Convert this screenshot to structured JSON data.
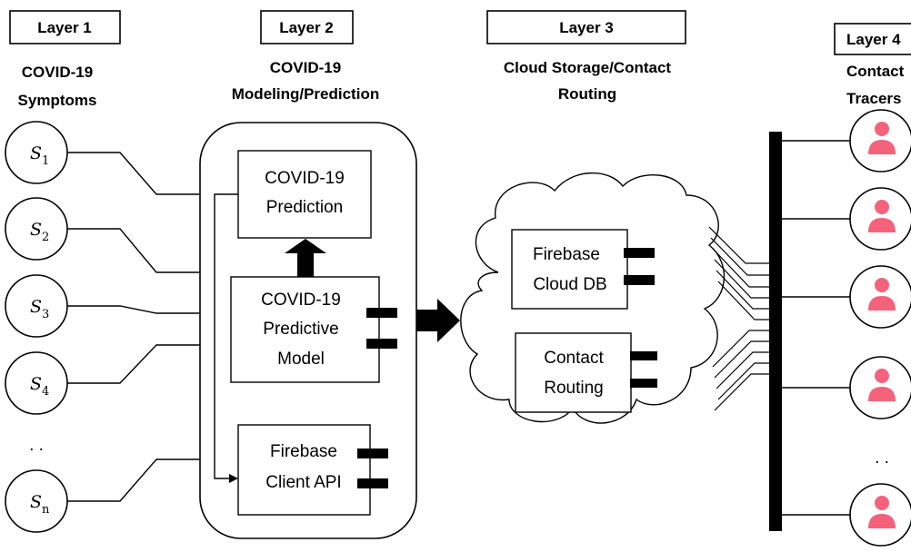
{
  "layer1": {
    "header": "Layer 1",
    "title_lines": [
      "COVID-19",
      "Symptoms"
    ],
    "symptoms": [
      {
        "var": "S",
        "sub": "1"
      },
      {
        "var": "S",
        "sub": "2"
      },
      {
        "var": "S",
        "sub": "3"
      },
      {
        "var": "S",
        "sub": "4"
      },
      {
        "var": "S",
        "sub": "n"
      }
    ],
    "ellipsis": ". ."
  },
  "layer2": {
    "header": "Layer 2",
    "title_lines": [
      "COVID-19",
      "Modeling/Prediction"
    ],
    "prediction_box": [
      "COVID-19",
      "Prediction"
    ],
    "model_box": [
      "COVID-19",
      "Predictive",
      "Model"
    ],
    "client_box": [
      "Firebase",
      "Client API"
    ]
  },
  "layer3": {
    "header": "Layer 3",
    "title_lines": [
      "Cloud Storage/Contact",
      "Routing"
    ],
    "db_box": [
      "Firebase",
      "Cloud DB"
    ],
    "routing_box": [
      "Contact",
      "Routing"
    ]
  },
  "layer4": {
    "header": "Layer 4",
    "title_lines": [
      "Contact",
      "Tracers"
    ],
    "tracer_count_shown": 5,
    "ellipsis": ". ."
  },
  "colors": {
    "tracer_icon": "#f4637b",
    "stroke": "#000000",
    "background": "#ffffff"
  },
  "icons": [
    "person-icon"
  ]
}
